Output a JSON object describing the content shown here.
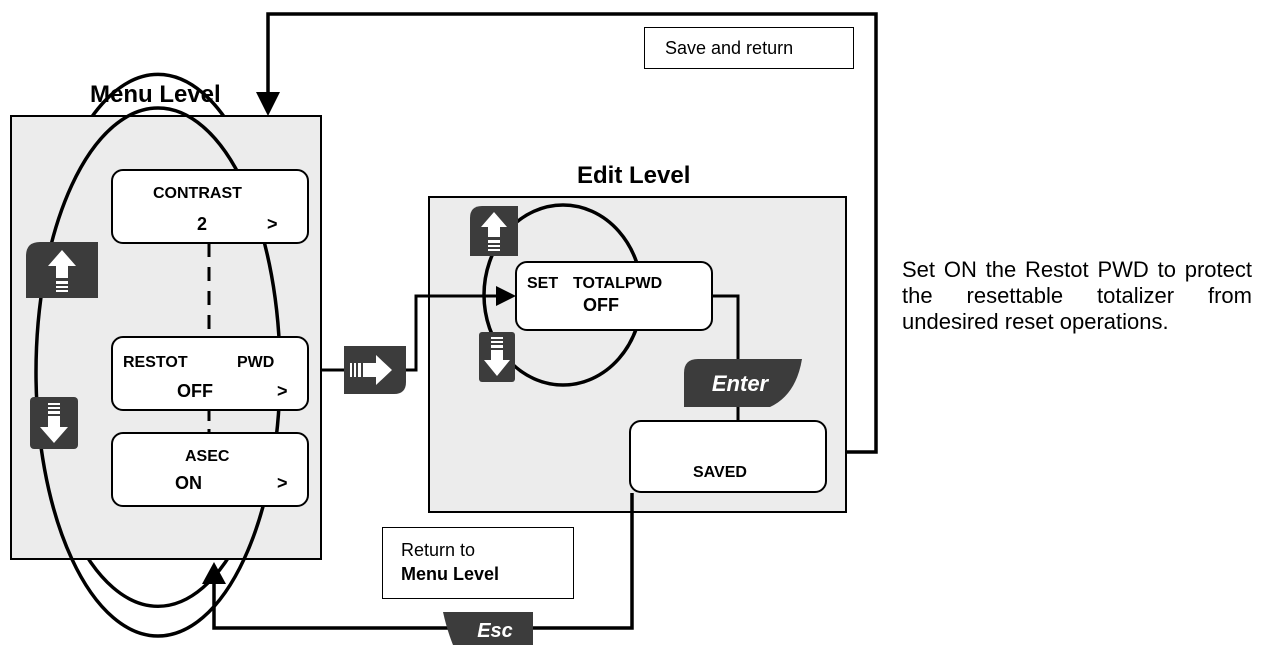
{
  "menu_level": {
    "title": "Menu Level",
    "items": [
      {
        "name": "CONTRAST",
        "value": "2",
        "arrow": ">"
      },
      {
        "name_left": "RESTOT",
        "name_right": "PWD",
        "value": "OFF",
        "arrow": ">"
      },
      {
        "name": "ASEC",
        "value": "ON",
        "arrow": ">"
      }
    ]
  },
  "edit_level": {
    "title": "Edit Level",
    "setting": {
      "label_left": "SET",
      "label_right": "TOTALPWD",
      "value": "OFF"
    },
    "saved": "SAVED"
  },
  "notes": {
    "save_and_return": "Save and return",
    "return_to": "Return to",
    "return_target": "Menu Level"
  },
  "keys": {
    "enter": "Enter",
    "esc": "Esc",
    "up": "up-arrow-icon",
    "down": "down-arrow-icon",
    "right": "right-arrow-icon"
  },
  "description": "Set ON the Restot PWD to protect the resettable totalizer from undesired reset operations.",
  "colors": {
    "panel": "#ececec",
    "key": "#3c3c3c",
    "line": "#000000"
  }
}
